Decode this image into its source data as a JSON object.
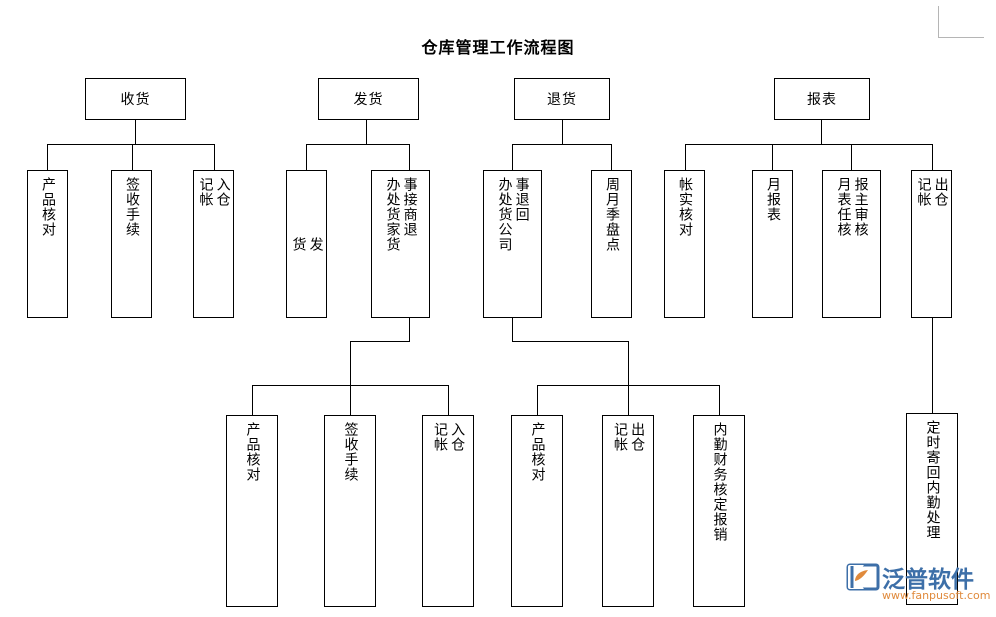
{
  "title": "仓库管理工作流程图",
  "watermark": {
    "brand": "泛普软件",
    "url": "www.fanpusoft.com",
    "brand_color": "#3d6fa8",
    "url_color": "#e08a3c"
  },
  "colors": {
    "line": "#000000",
    "box_fill": "#ffffff",
    "text": "#000000",
    "cropmark": "#b5b5b5"
  },
  "chart_data": {
    "type": "diagram",
    "title": "仓库管理工作流程图",
    "orientation": "top-down tree",
    "roots": [
      "收货",
      "发货",
      "退货",
      "报表"
    ]
  },
  "nodes": {
    "root_receive": {
      "label": "收货"
    },
    "root_ship": {
      "label": "发货"
    },
    "root_return": {
      "label": "退货"
    },
    "root_report": {
      "label": "报表"
    },
    "recv_check": {
      "col_right": "产品核对"
    },
    "recv_sign": {
      "col_right": "签收手续"
    },
    "recv_in": {
      "col_right": "入仓\n记帐"
    },
    "ship_out": {
      "col_right": "发\n货"
    },
    "ship_merchant": {
      "col_right": "事接商退",
      "col_left": "办处货家货"
    },
    "ret_company": {
      "col_right": "事退回",
      "col_left": "办处货公司"
    },
    "ret_stock": {
      "col_right": "周月季盘点"
    },
    "rep_audit": {
      "col_right": "帐实核对"
    },
    "rep_monthly": {
      "col_right": "月报表"
    },
    "rep_chief": {
      "col_right": "报主审核",
      "col_left": "月表任核"
    },
    "rep_outbound": {
      "col_right": "出仓\n记帐"
    },
    "ship2_check": {
      "col_right": "产品核对"
    },
    "ship2_sign": {
      "col_right": "签收手续"
    },
    "ship2_in": {
      "col_right": "入仓\n记帐"
    },
    "ret2_check": {
      "col_right": "产品核对"
    },
    "ret2_out": {
      "col_right": "出仓\n记帐"
    },
    "ret2_finance": {
      "col_right": "内勤财务核定报销"
    },
    "rep_mail": {
      "col_right": "定时寄回内勤处理"
    }
  }
}
